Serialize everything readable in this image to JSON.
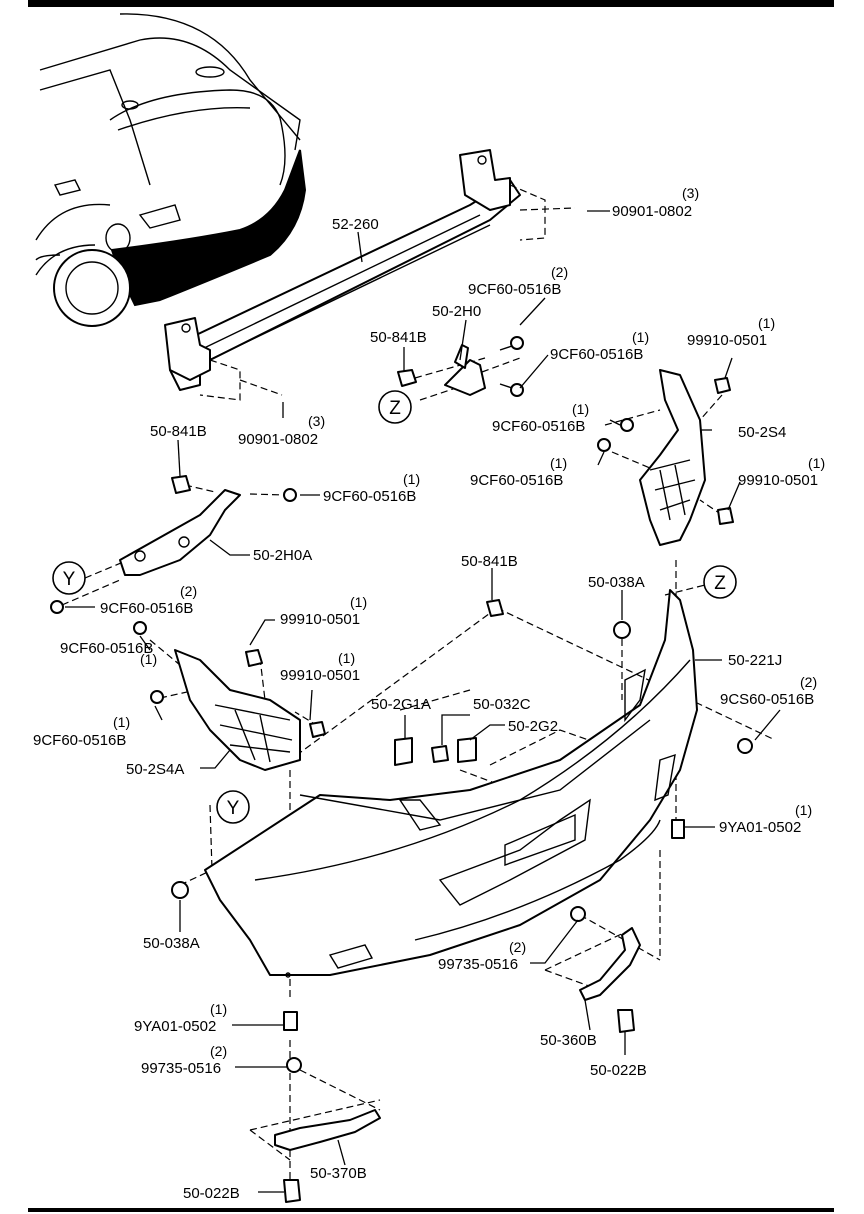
{
  "parts": {
    "reinforcement": "52-260",
    "nut_top": "90901-0802",
    "nut_top_qty": "(3)",
    "nut_bottom": "90901-0802",
    "nut_bottom_qty": "(3)",
    "bracket_center": "50-2H0",
    "clip_center": "50-841B",
    "bolt_center_top": "9CF60-0516B",
    "bolt_center_top_qty": "(2)",
    "bolt_center_right": "9CF60-0516B",
    "bolt_center_right_qty": "(1)",
    "nut_right_top": "99910-0501",
    "nut_right_top_qty": "(1)",
    "bolt_right_a": "9CF60-0516B",
    "bolt_right_a_qty": "(1)",
    "bracket_right": "50-2S4",
    "bolt_right_b": "9CF60-0516B",
    "bolt_right_b_qty": "(1)",
    "nut_right_bottom": "99910-0501",
    "nut_right_bottom_qty": "(1)",
    "clip_left": "50-841B",
    "bolt_left_bracket": "9CF60-0516B",
    "bolt_left_bracket_qty": "(1)",
    "bracket_left": "50-2H0A",
    "bolt_left_top": "9CF60-0516B",
    "bolt_left_top_qty": "(2)",
    "clip_mid": "50-841B",
    "clip_038_right": "50-038A",
    "bumper": "50-221J",
    "nut_left_a": "99910-0501",
    "nut_left_a_qty": "(1)",
    "bolt_left_a": "9CF60-0516B",
    "bolt_left_a_qty": "(1)",
    "nut_left_b": "99910-0501",
    "nut_left_b_qty": "(1)",
    "bolt_left_b": "9CF60-0516B",
    "bolt_left_b_qty": "(1)",
    "bracket_left_side": "50-2S4A",
    "label_a": "50-2G1A",
    "clip_032": "50-032C",
    "label_b": "50-2G2",
    "screw_side": "9CS60-0516B",
    "screw_side_qty": "(2)",
    "screw_9ya_right": "9YA01-0502",
    "screw_9ya_right_qty": "(1)",
    "clip_038_left": "50-038A",
    "screw_9ya_left": "9YA01-0502",
    "screw_9ya_left_qty": "(1)",
    "screw_99735_left": "99735-0516",
    "screw_99735_left_qty": "(2)",
    "screw_99735_right": "99735-0516",
    "screw_99735_right_qty": "(2)",
    "bracket_360": "50-360B",
    "clip_022_right": "50-022B",
    "bracket_370": "50-370B",
    "clip_022_left": "50-022B"
  },
  "callouts": {
    "z_top": "Z",
    "z_right": "Z",
    "y_left": "Y",
    "y_bottom": "Y"
  }
}
